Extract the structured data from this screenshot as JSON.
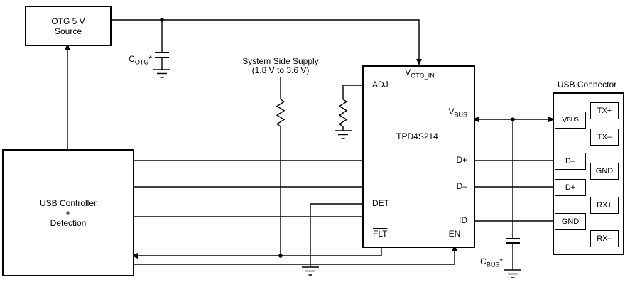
{
  "colors": {
    "ink": "#000000",
    "background": "#ffffff"
  },
  "diagram": {
    "otg_source": {
      "line1": "OTG 5 V",
      "line2": "Source"
    },
    "c_otg": {
      "sym": "C",
      "sub": "OTG",
      "suffix": "*"
    },
    "system_supply": {
      "line1": "System Side Supply",
      "line2": "(1.8 V to 3.6 V)"
    },
    "controller": {
      "line1": "USB Controller",
      "line2": "+",
      "line3": "Detection"
    },
    "chip": {
      "name": "TPD4S214",
      "pin_adj": "ADJ",
      "pin_votg": {
        "sym": "V",
        "sub": "OTG_IN"
      },
      "pin_vbus": {
        "sym": "V",
        "sub": "BUS"
      },
      "pin_dplus": "D+",
      "pin_dminus": "D–",
      "pin_id": "ID",
      "pin_det": "DET",
      "pin_flt": "FLT",
      "pin_en": "EN"
    },
    "connector": {
      "title": "USB Connector",
      "vbus": {
        "sym": "V",
        "sub": "BUS"
      },
      "dminus": "D–",
      "dplus": "D+",
      "gnd_left": "GND",
      "tx_plus": "TX+",
      "tx_minus": "TX–",
      "gnd_right": "GND",
      "rx_plus": "RX+",
      "rx_minus": "RX–"
    },
    "c_bus": {
      "sym": "C",
      "sub": "BUS",
      "suffix": "*"
    }
  }
}
